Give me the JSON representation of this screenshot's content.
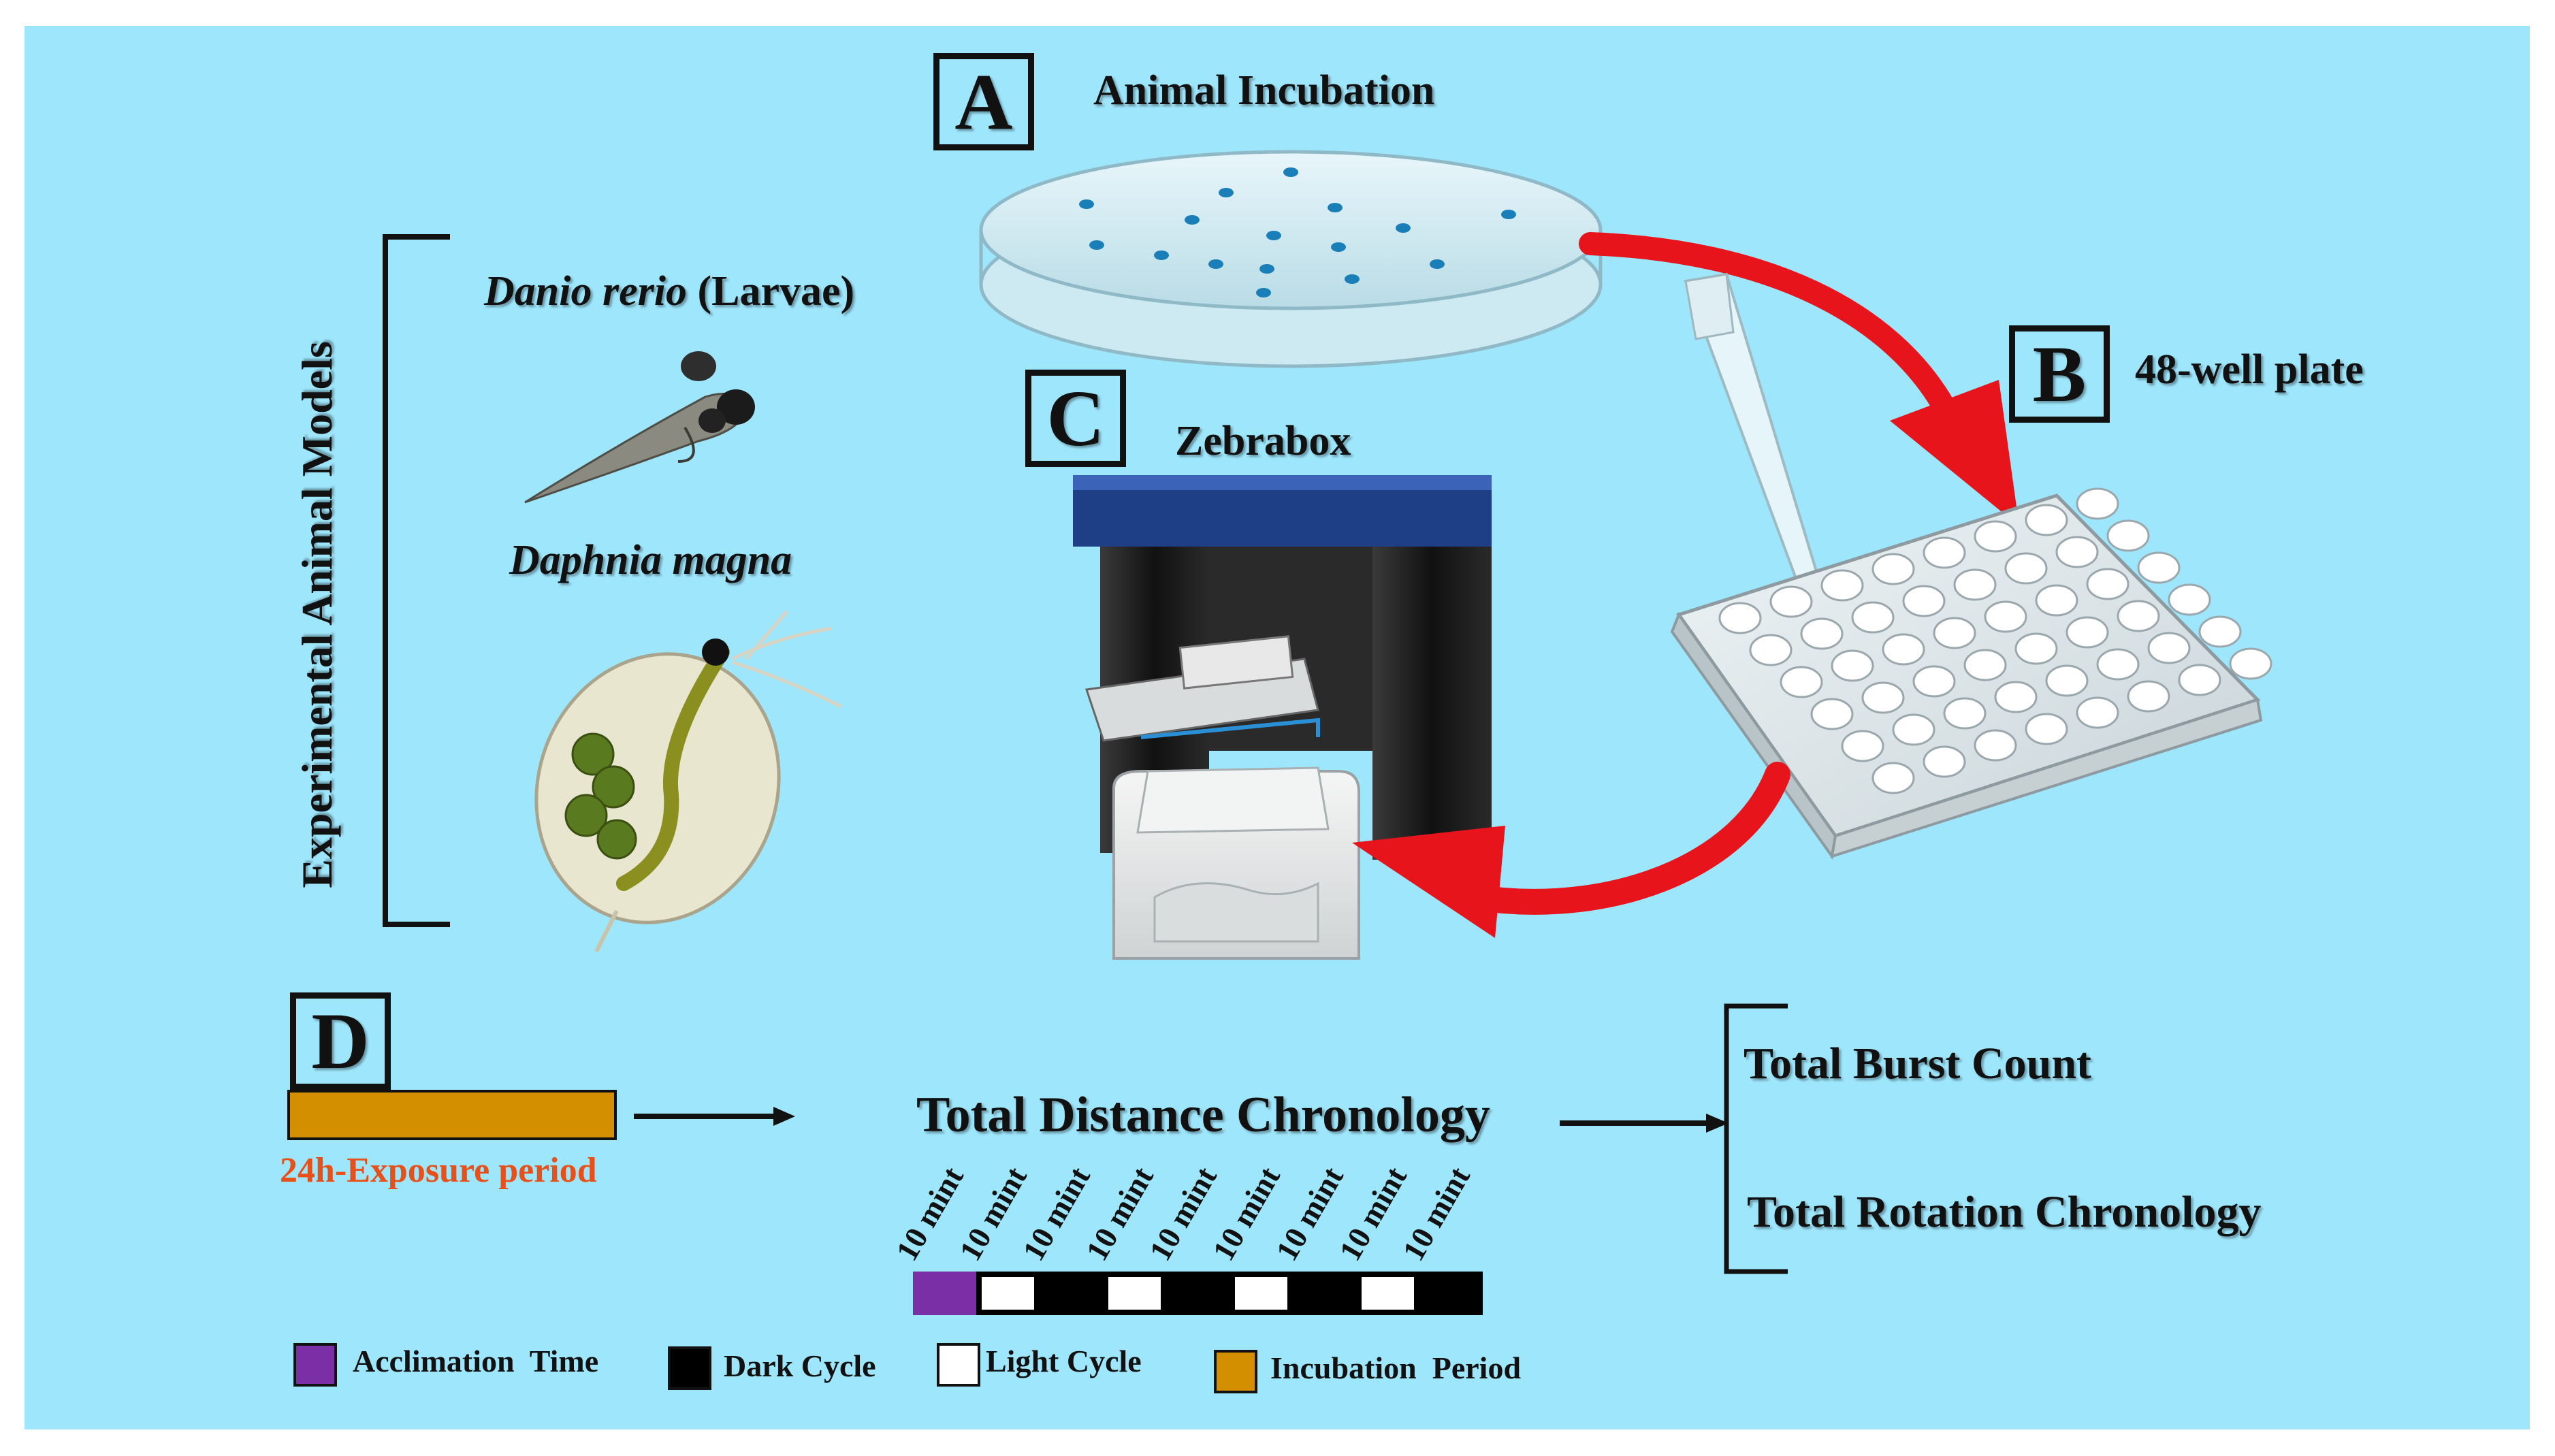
{
  "panels": {
    "a": {
      "letter": "A",
      "title": "Animal Incubation"
    },
    "b": {
      "letter": "B",
      "title": "48-well plate"
    },
    "c": {
      "letter": "C",
      "title": "Zebrabox"
    },
    "d": {
      "letter": "D"
    }
  },
  "models": {
    "title": "Experimental Animal Models",
    "zebrafish_italic": "Danio rerio",
    "zebrafish_suffix": " (Larvae)",
    "daphnia": "Daphnia magna"
  },
  "workflow": {
    "exposure_label": "24h-Exposure period",
    "center_title": "Total Distance Chronology",
    "outputs": [
      "Total Burst Count",
      "Total Rotation Chronology"
    ]
  },
  "timeline": {
    "segment_label": "10 mint",
    "segments": [
      "acclimation",
      "light",
      "dark",
      "light",
      "dark",
      "light",
      "dark",
      "light",
      "dark"
    ]
  },
  "legend": [
    {
      "label": "Acclimation  Time",
      "color": "#7b2fa6"
    },
    {
      "label": "Dark Cycle",
      "color": "#000000"
    },
    {
      "label": "Light Cycle",
      "color": "#ffffff"
    },
    {
      "label": "Incubation  Period",
      "color": "#d48f00"
    }
  ],
  "colors": {
    "background": "#9ee6fc",
    "arrow": "#e8141c",
    "exposure_bar": "#d48f00",
    "exposure_text": "#e8501a"
  }
}
